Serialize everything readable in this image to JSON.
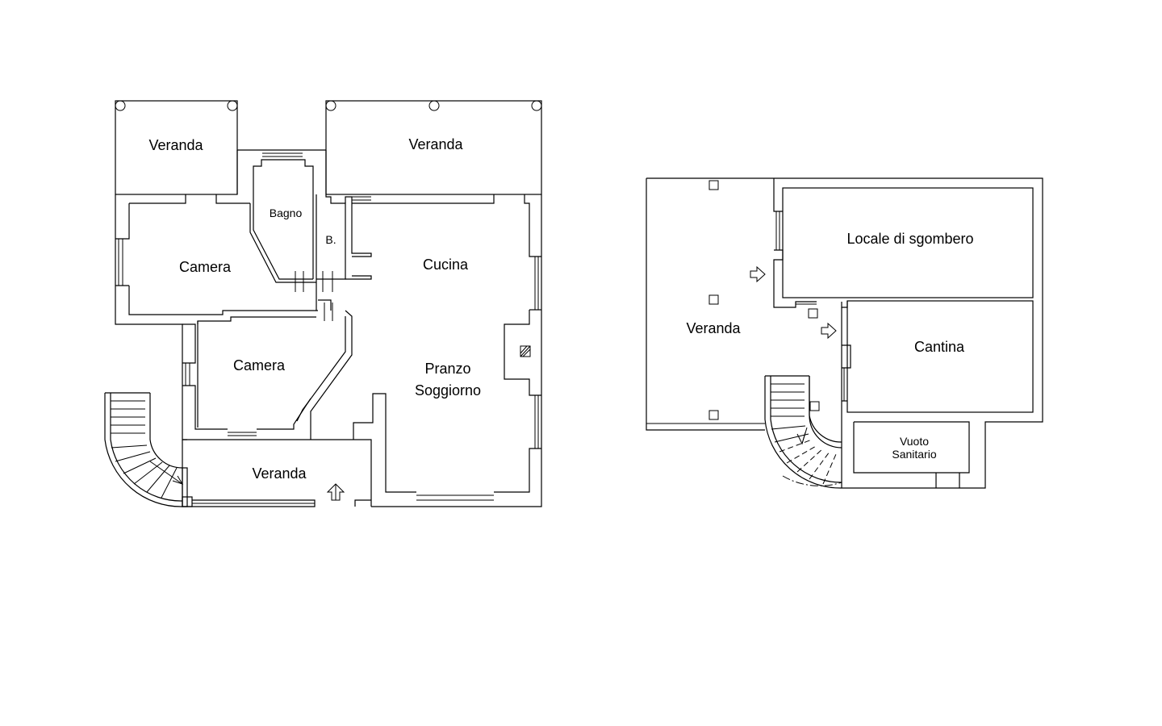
{
  "floor_ground": {
    "rooms": {
      "veranda_top_left": "Veranda",
      "veranda_top_right": "Veranda",
      "bagno": "Bagno",
      "bagno_small": "B.",
      "camera_1": "Camera",
      "cucina": "Cucina",
      "camera_2": "Camera",
      "pranzo_line1": "Pranzo",
      "pranzo_line2": "Soggiorno",
      "veranda_bottom": "Veranda"
    }
  },
  "floor_basement": {
    "rooms": {
      "locale": "Locale di sgombero",
      "veranda": "Veranda",
      "cantina": "Cantina",
      "vuoto_line1": "Vuoto",
      "vuoto_line2": "Sanitario"
    }
  }
}
